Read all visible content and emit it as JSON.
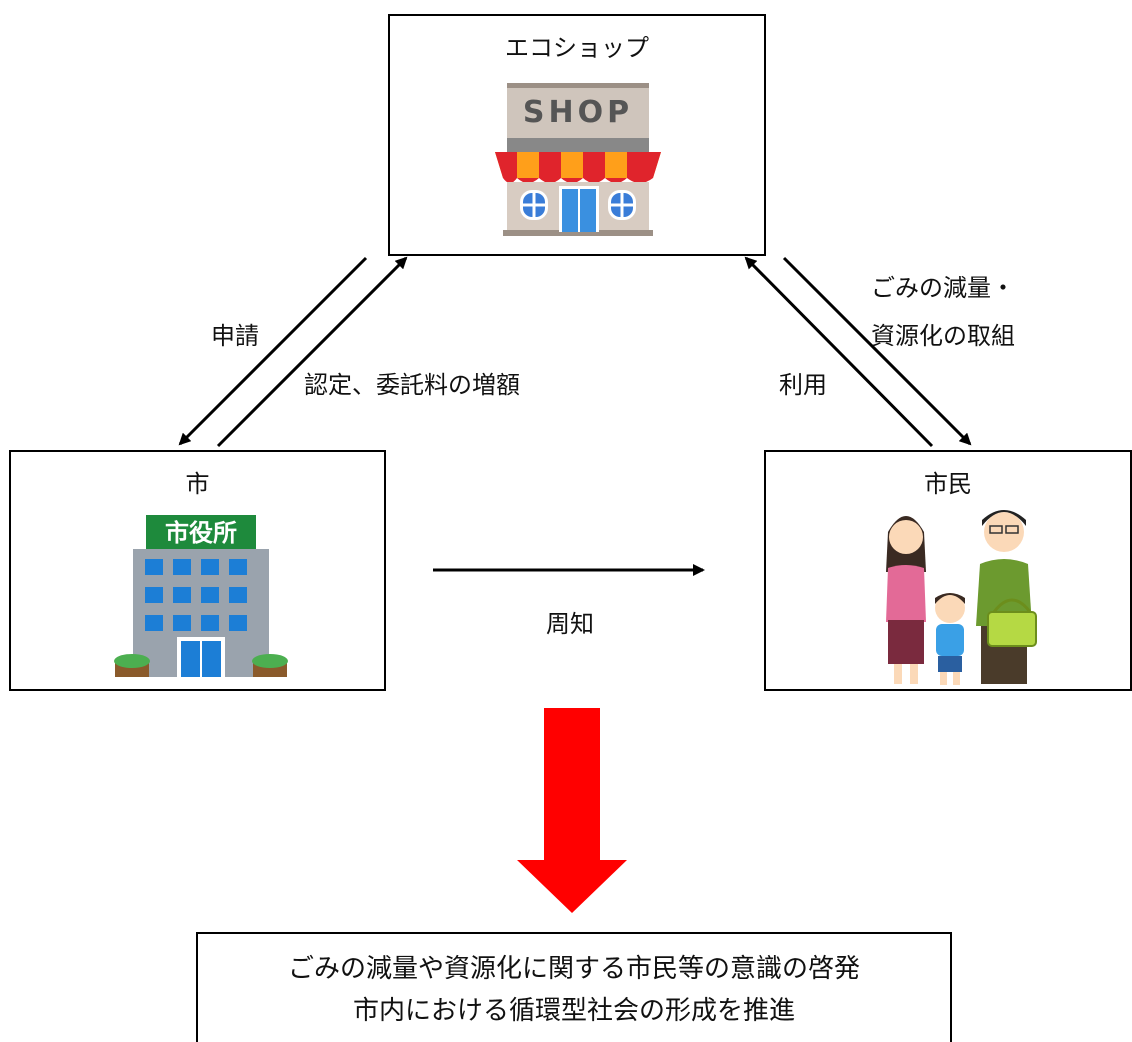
{
  "boxes": {
    "ecoshop": {
      "title": "エコショップ",
      "sign": "SHOP"
    },
    "city": {
      "title": "市",
      "sign": "市役所"
    },
    "citizens": {
      "title": "市民"
    }
  },
  "arrows": {
    "apply": "申請",
    "certify": "認定、委託料の増額",
    "use": "利用",
    "efforts_line1": "ごみの減量・",
    "efforts_line2": "資源化の取組",
    "notify": "周知"
  },
  "result": {
    "line1": "ごみの減量や資源化に関する市民等の意識の啓発",
    "line2": "市内における循環型社会の形成を推進"
  },
  "colors": {
    "big_arrow": "#ff0000"
  }
}
